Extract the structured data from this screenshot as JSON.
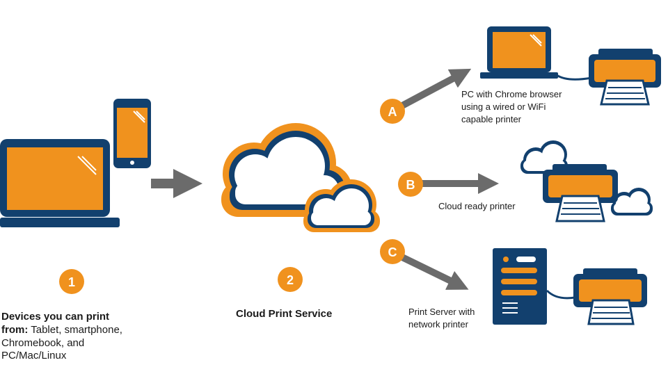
{
  "colors": {
    "navy": "#12406e",
    "orange": "#f0921e",
    "gray": "#6b6b6b",
    "white": "#ffffff"
  },
  "icons": [
    "laptop-icon",
    "smartphone-icon",
    "cloud-icon",
    "printer-icon",
    "server-icon"
  ],
  "steps": {
    "one": {
      "badge": "1",
      "title": "Devices you can print",
      "title2": "from:",
      "rest": " Tablet, smartphone,",
      "line3": "Chromebook, and",
      "line4": "PC/Mac/Linux"
    },
    "two": {
      "badge": "2",
      "label": "Cloud Print Service"
    }
  },
  "options": {
    "a": {
      "badge": "A",
      "line1": "PC with Chrome browser",
      "line2": "using a wired or WiFi",
      "line3": "capable printer"
    },
    "b": {
      "badge": "B",
      "label": "Cloud ready printer"
    },
    "c": {
      "badge": "C",
      "line1": "Print Server with",
      "line2": "network printer"
    }
  }
}
